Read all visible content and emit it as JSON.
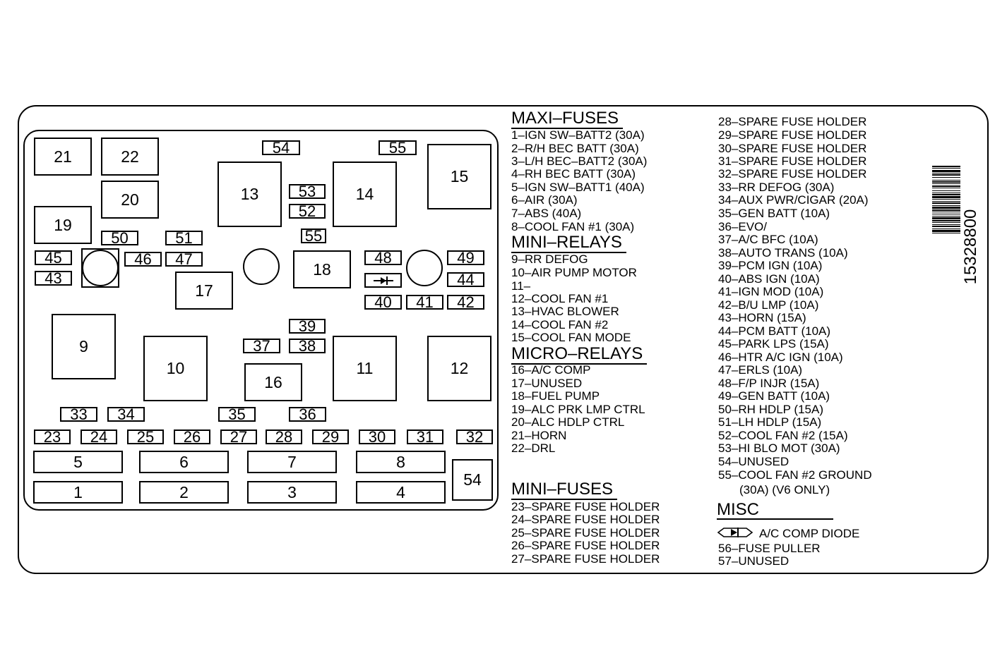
{
  "diagram": {
    "part_number": "15328800",
    "sections": {
      "maxi_fuses": {
        "title": "MAXI–FUSES",
        "items": [
          "1–IGN SW–BATT2 (30A)",
          "2–R/H BEC BATT (30A)",
          "3–L/H BEC–BATT2 (30A)",
          "4–RH BEC BATT (30A)",
          "5–IGN SW–BATT1 (40A)",
          "6–AIR (30A)",
          "7–ABS (40A)",
          "8–COOL FAN #1 (30A)"
        ]
      },
      "mini_relays": {
        "title": "MINI–RELAYS",
        "items": [
          "9–RR DEFOG",
          "10–AIR PUMP MOTOR",
          "11–",
          "12–COOL FAN #1",
          "13–HVAC BLOWER",
          "14–COOL FAN #2",
          "15–COOL FAN MODE"
        ]
      },
      "micro_relays": {
        "title": "MICRO–RELAYS",
        "items": [
          "16–A/C COMP",
          "17–UNUSED",
          "18–FUEL PUMP",
          "19–ALC PRK LMP CTRL",
          "20–ALC HDLP CTRL",
          "21–HORN",
          "22–DRL"
        ]
      },
      "mini_fuses": {
        "title": "MINI–FUSES",
        "items": [
          "23–SPARE FUSE HOLDER",
          "24–SPARE FUSE HOLDER",
          "25–SPARE FUSE HOLDER",
          "26–SPARE FUSE HOLDER",
          "27–SPARE FUSE HOLDER",
          "28–SPARE FUSE HOLDER",
          "29–SPARE FUSE HOLDER",
          "30–SPARE FUSE HOLDER",
          "31–SPARE FUSE HOLDER",
          "32–SPARE FUSE HOLDER",
          "33–RR DEFOG (30A)",
          "34–AUX PWR/CIGAR (20A)",
          "35–GEN BATT (10A)",
          "36–EVO/",
          "37–A/C BFC (10A)",
          "38–AUTO TRANS (10A)",
          "39–PCM IGN (10A)",
          "40–ABS IGN (10A)",
          "41–IGN MOD (10A)",
          "42–B/U LMP (10A)",
          "43–HORN (15A)",
          "44–PCM BATT (10A)",
          "45–PARK LPS (15A)",
          "46–HTR A/C IGN (10A)",
          "47–ERLS (10A)",
          "48–F/P INJR (15A)",
          "49–GEN BATT (10A)",
          "50–RH HDLP (15A)",
          "51–LH HDLP (15A)",
          "52–COOL FAN #2 (15A)",
          "53–HI BLO MOT (30A)",
          "54–UNUSED",
          "55–COOL FAN #2 GROUND",
          "(30A) (V6 ONLY)"
        ]
      },
      "misc": {
        "title": "MISC",
        "diode_label": "A/C COMP DIODE",
        "items": [
          "56–FUSE PULLER",
          "57–UNUSED"
        ]
      }
    },
    "box_labels": {
      "b1": "1",
      "b2": "2",
      "b3": "3",
      "b4": "4",
      "b5": "5",
      "b6": "6",
      "b7": "7",
      "b8": "8",
      "b9": "9",
      "b10": "10",
      "b11": "11",
      "b12": "12",
      "b13": "13",
      "b14": "14",
      "b15": "15",
      "b16": "16",
      "b17": "17",
      "b18": "18",
      "b19": "19",
      "b20": "20",
      "b21": "21",
      "b22": "22",
      "b23": "23",
      "b24": "24",
      "b25": "25",
      "b26": "26",
      "b27": "27",
      "b28": "28",
      "b29": "29",
      "b30": "30",
      "b31": "31",
      "b32": "32",
      "b33": "33",
      "b34": "34",
      "b35": "35",
      "b36": "36",
      "b37": "37",
      "b38": "38",
      "b39": "39",
      "b40": "40",
      "b41": "41",
      "b42": "42",
      "b43": "43",
      "b44": "44",
      "b45": "45",
      "b46": "46",
      "b47": "47",
      "b48": "48",
      "b49": "49",
      "b50": "50",
      "b51": "51",
      "b52": "52",
      "b53": "53",
      "b54a": "54",
      "b54b": "54",
      "b55a": "55",
      "b55b": "55"
    }
  }
}
